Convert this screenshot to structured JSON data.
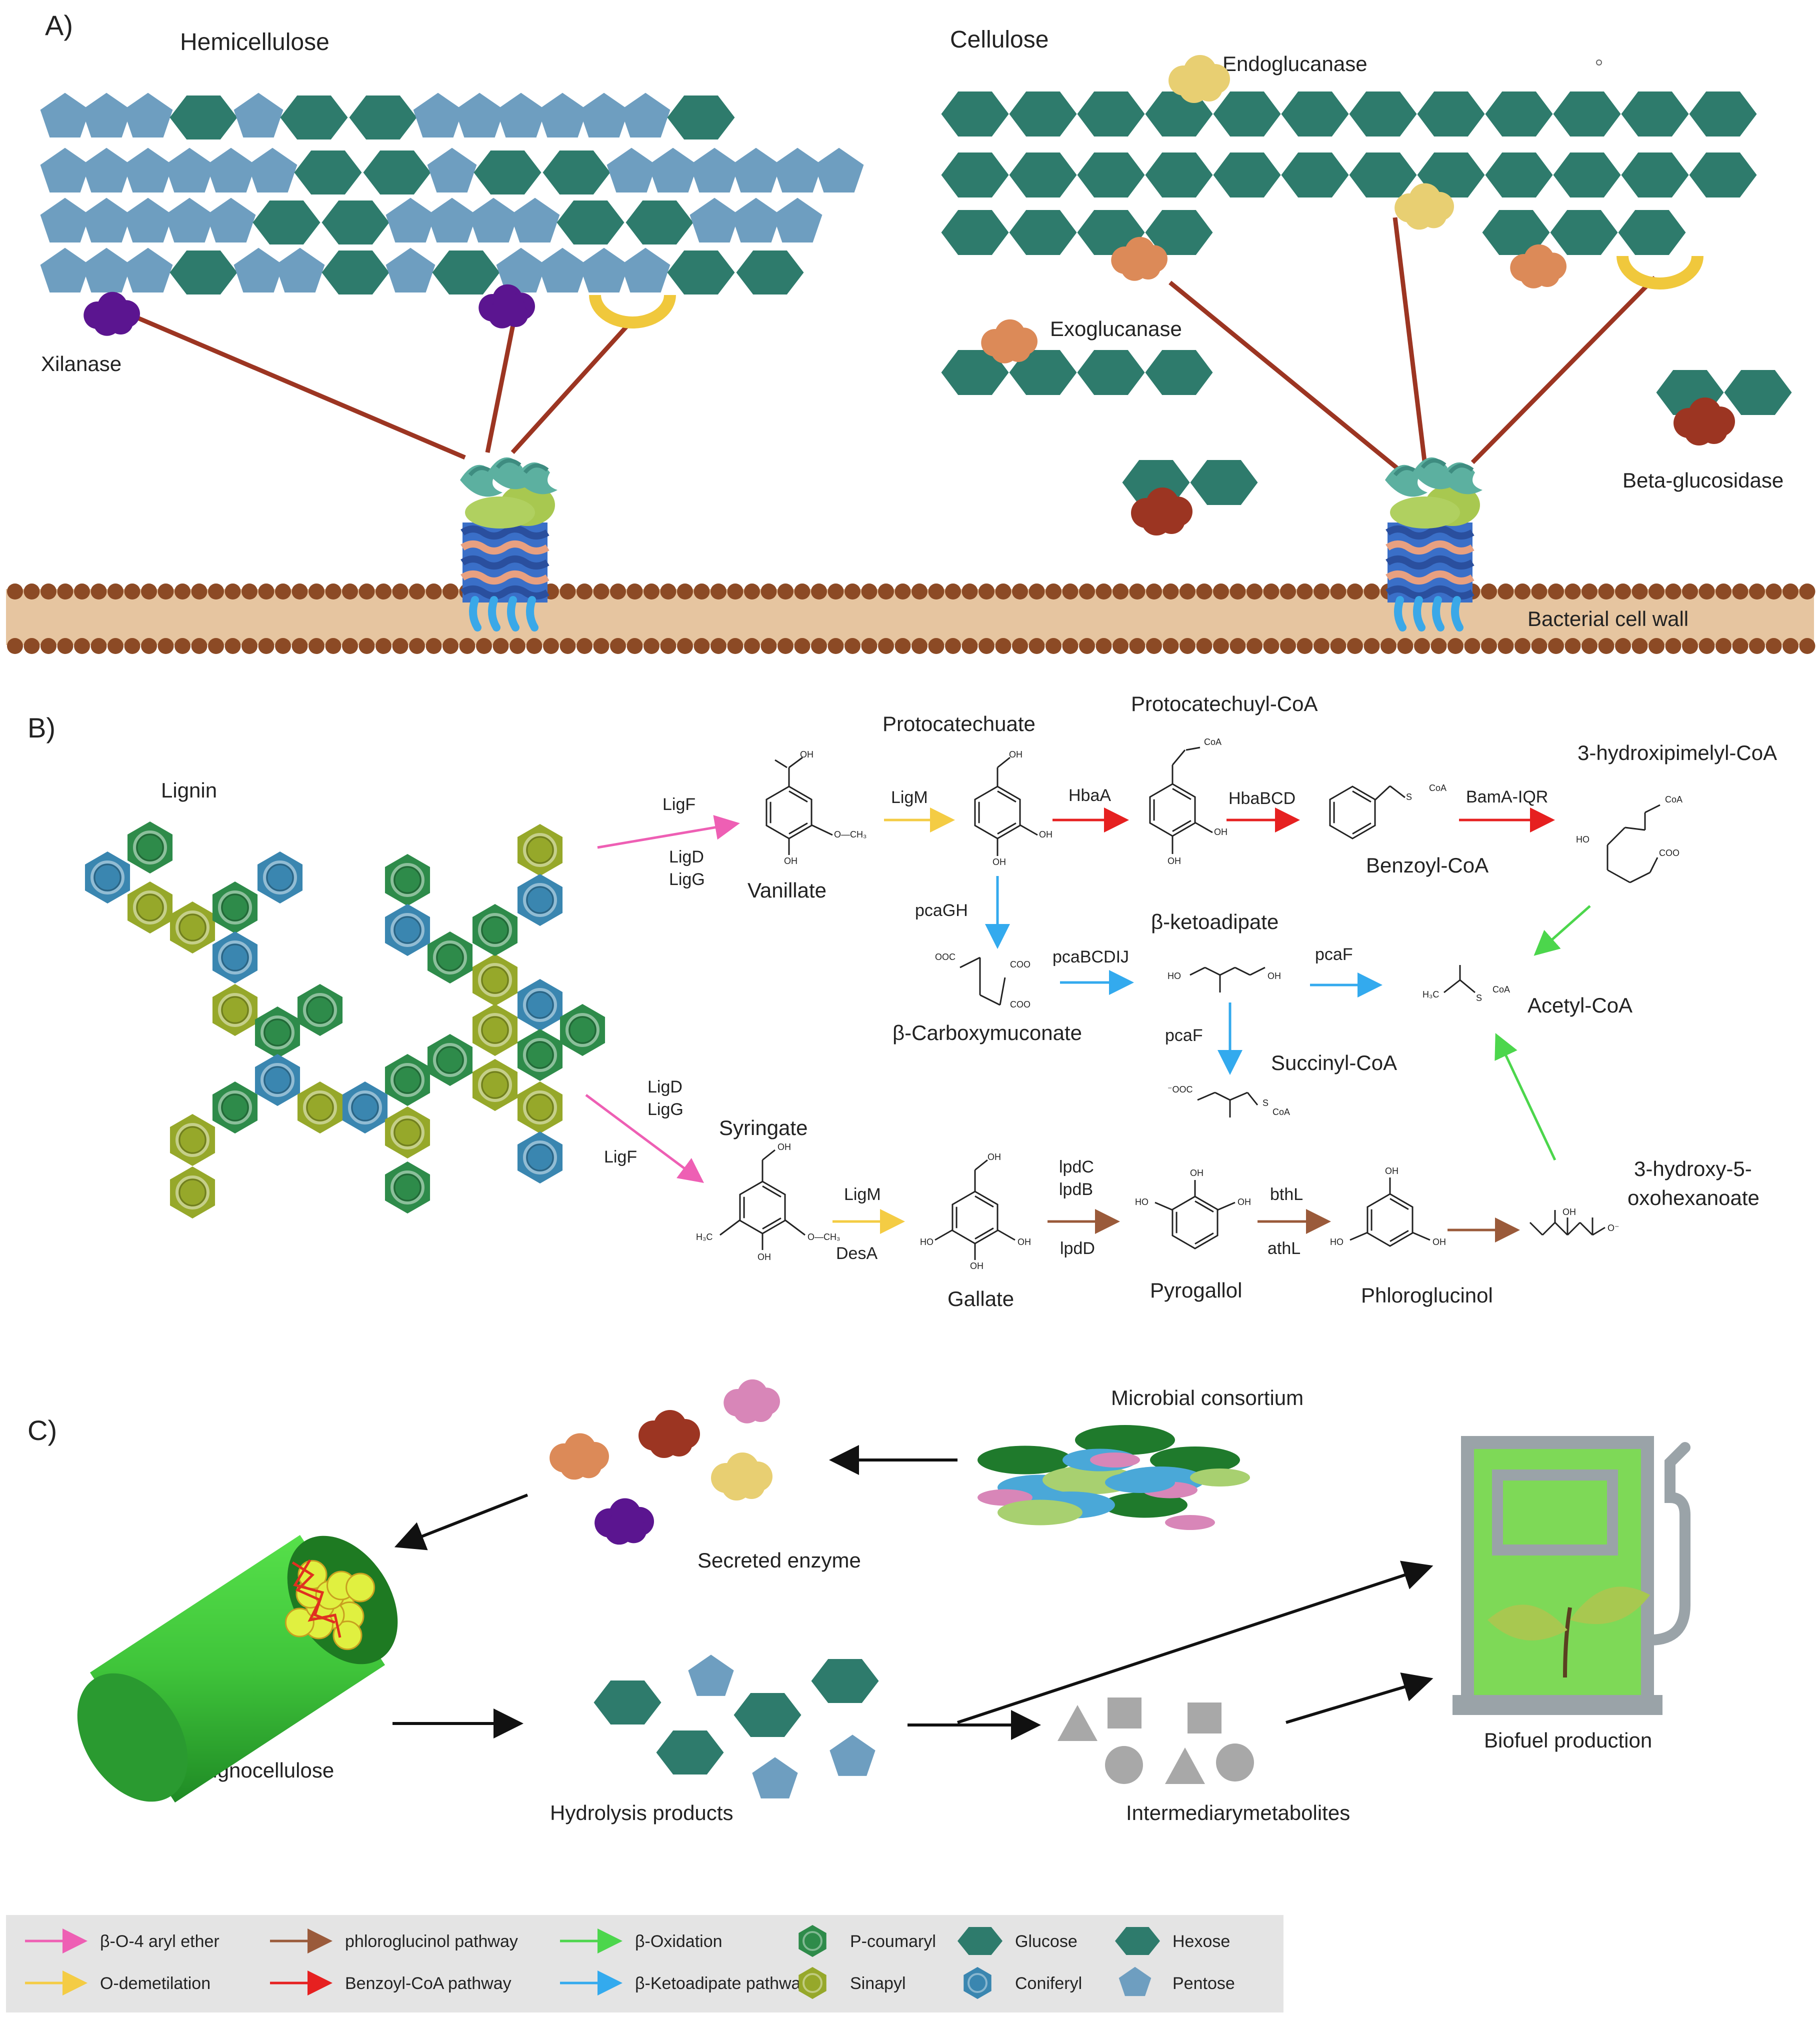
{
  "panels": {
    "a": "A)",
    "b": "B)",
    "c": "C)"
  },
  "panel_a": {
    "hemicellulose": "Hemicellulose",
    "cellulose": "Cellulose",
    "endoglucanase": "Endoglucanase",
    "xilanase": "Xilanase",
    "exoglucanase": "Exoglucanase",
    "beta_glucosidase": "Beta-glucosidase",
    "cell_wall": "Bacterial cell wall"
  },
  "panel_b": {
    "lignin": "Lignin",
    "protocatechuate": "Protocatechuate",
    "protocatechuyl_coa": "Protocatechuyl-CoA",
    "hydroxipimelyl_coa": "3-hydroxipimelyl-CoA",
    "vanillate": "Vanillate",
    "benzoyl_coa": "Benzoyl-CoA",
    "beta_ketoadipate": "β-ketoadipate",
    "beta_carboxymuconate": "β-Carboxymuconate",
    "acetyl_coa": "Acetyl-CoA",
    "succinyl_coa": "Succinyl-CoA",
    "syringate": "Syringate",
    "hydroxy_oxohexanoate_1": "3-hydroxy-5-",
    "hydroxy_oxohexanoate_2": "oxohexanoate",
    "gallate": "Gallate",
    "pyrogallol": "Pyrogallol",
    "phloroglucinol": "Phloroglucinol",
    "enzymes": {
      "ligf_top": "LigF",
      "ligd_top": "LigD",
      "ligg_top": "LigG",
      "ligm_top": "LigM",
      "hbaa": "HbaA",
      "hbabcd": "HbaBCD",
      "bama": "BamA-IQR",
      "pcagh": "pcaGH",
      "pcabcdij": "pcaBCDIJ",
      "pcaf_right": "pcaF",
      "pcaf_down": "pcaF",
      "ligd_bot": "LigD",
      "ligg_bot": "LigG",
      "ligf_bot": "LigF",
      "ligm_bot": "LigM",
      "desa": "DesA",
      "lpdc": "lpdC",
      "lpdb": "lpdB",
      "lpdd": "lpdD",
      "bthl": "bthL",
      "athl": "athL"
    },
    "chem": {
      "oh": "OH",
      "coa": "CoA",
      "och3": "O—CH₃",
      "ooc": "OOC",
      "coo": "COO",
      "h3c": "H₃C",
      "ho": "HO",
      "ooc_minus": "⁻OOC",
      "s": "S",
      "o_minus": "O⁻"
    }
  },
  "panel_c": {
    "microbial_consortium": "Microbial consortium",
    "secreted_enzyme": "Secreted enzyme",
    "lignocellulose": "Lignocellulose",
    "hydrolysis_products": "Hydrolysis products",
    "intermediary_metabolites": "Intermediarymetabolites",
    "biofuel_production": "Biofuel production"
  },
  "legend": {
    "items": [
      {
        "label": "β-O-4 aryl ether",
        "color": "#ee5fb4",
        "kind": "arrow"
      },
      {
        "label": "phloroglucinol pathway",
        "color": "#9a5a3a",
        "kind": "arrow"
      },
      {
        "label": "β-Oxidation",
        "color": "#4cd64c",
        "kind": "arrow"
      },
      {
        "label": "P-coumaryl",
        "color": "#2e8b4a",
        "kind": "hexagon-ring"
      },
      {
        "label": "Glucose",
        "color": "#2e7b6c",
        "kind": "hexagon"
      },
      {
        "label": "Hexose",
        "color": "#2e7b6c",
        "kind": "hexagon"
      },
      {
        "label": "O-demetilation",
        "color": "#f4cc44",
        "kind": "arrow"
      },
      {
        "label": "Benzoyl-CoA pathway",
        "color": "#e62020",
        "kind": "arrow"
      },
      {
        "label": "β-Ketoadipate pathway",
        "color": "#33aaee",
        "kind": "arrow"
      },
      {
        "label": "Sinapyl",
        "color": "#96a82a",
        "kind": "hexagon-ring"
      },
      {
        "label": "Coniferyl",
        "color": "#3a86b0",
        "kind": "hexagon-ring"
      },
      {
        "label": "Pentose",
        "color": "#6e9ec0",
        "kind": "pentagon"
      }
    ]
  },
  "colors": {
    "hexose": "#2e7b6c",
    "pentose": "#6e9ec0",
    "xilanase": "#5b1590",
    "endoglucanase": "#e8cf72",
    "exoglucanase": "#dc8a58",
    "beta_glucosidase": "#9c3522",
    "tether": "#9c3522",
    "membrane": "#e6c5a0",
    "membrane_bead": "#8c4a25",
    "pcoumaryl": "#2e8b4a",
    "sinapyl": "#96a82a",
    "coniferyl": "#3a86b0",
    "pink": "#d886b8",
    "pump": "#7ed957",
    "pump_frame": "#9aa3a8",
    "metabolite": "#a8a8a8"
  }
}
